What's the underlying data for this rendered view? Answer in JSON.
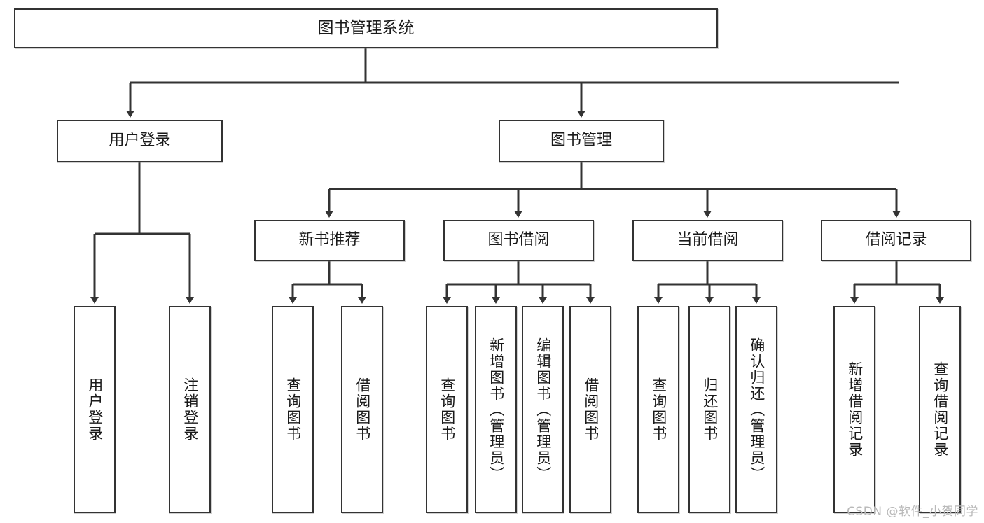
{
  "diagram": {
    "type": "hierarchy-tree",
    "title_node": {
      "id": "root",
      "label": "图书管理系统"
    },
    "tier2": [
      {
        "id": "user-login",
        "label": "用户登录"
      },
      {
        "id": "book-manage",
        "label": "图书管理"
      }
    ],
    "tier3": [
      {
        "id": "new-book-rec",
        "label": "新书推荐"
      },
      {
        "id": "book-borrow",
        "label": "图书借阅"
      },
      {
        "id": "current-borrow",
        "label": "当前借阅"
      },
      {
        "id": "borrow-record",
        "label": "借阅记录"
      }
    ],
    "leaves": [
      {
        "id": "leaf-user-login",
        "label": "用户登录",
        "parent": "user-login"
      },
      {
        "id": "leaf-logout",
        "label": "注销登录",
        "parent": "user-login"
      },
      {
        "id": "leaf-query-book-1",
        "label": "查询图书",
        "parent": "new-book-rec"
      },
      {
        "id": "leaf-borrow-book-1",
        "label": "借阅图书",
        "parent": "new-book-rec"
      },
      {
        "id": "leaf-query-book-2",
        "label": "查询图书",
        "parent": "book-borrow"
      },
      {
        "id": "leaf-add-book",
        "label": "新增图书（管理员）",
        "parent": "book-borrow"
      },
      {
        "id": "leaf-edit-book",
        "label": "编辑图书（管理员）",
        "parent": "book-borrow"
      },
      {
        "id": "leaf-borrow-book-2",
        "label": "借阅图书",
        "parent": "book-borrow"
      },
      {
        "id": "leaf-query-book-3",
        "label": "查询图书",
        "parent": "current-borrow"
      },
      {
        "id": "leaf-return-book",
        "label": "归还图书",
        "parent": "current-borrow"
      },
      {
        "id": "leaf-confirm-return",
        "label": "确认归还（管理员）",
        "parent": "current-borrow"
      },
      {
        "id": "leaf-add-record",
        "label": "新增借阅记录",
        "parent": "borrow-record"
      },
      {
        "id": "leaf-query-record",
        "label": "查询借阅记录",
        "parent": "borrow-record"
      }
    ],
    "colors": {
      "border": "#333333",
      "connector": "#333333",
      "text": "#1a1a1a",
      "background": "#ffffff",
      "watermark": "#b9b9b9"
    }
  },
  "watermark": {
    "text": "CSDN @软件_小贺同学"
  }
}
